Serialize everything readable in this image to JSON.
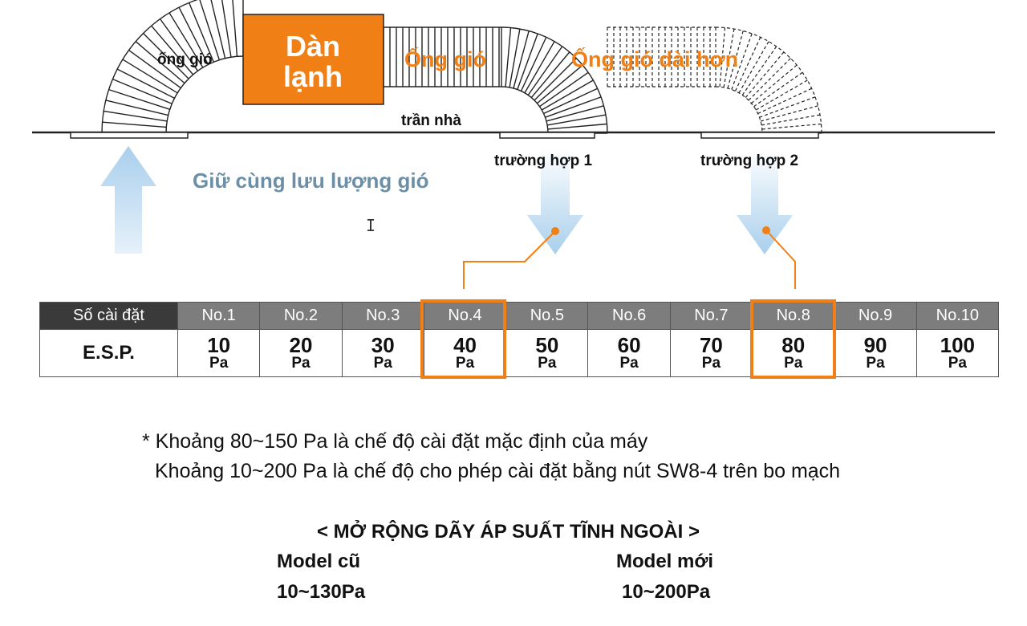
{
  "diagram": {
    "unit_title": "Dàn lạnh",
    "unit_title_line1": "Dàn",
    "unit_title_line2": "lạnh",
    "duct_left": "ống gió",
    "duct_right": "Ống gió",
    "duct_longer": "Ống gió dài hơn",
    "ceiling": "trần nhà",
    "case1": "trường hợp 1",
    "case2": "trường hợp 2",
    "airflow_note": "Giữ cùng lưu lượng gió"
  },
  "colors": {
    "orange": "#f07f16",
    "arrow_blue": "#bcd9ef",
    "airflow_text": "#6a8fa6",
    "header_dark": "#3a3a3a",
    "header_gray": "#7d7d7d"
  },
  "table": {
    "header_label": "Số cài đặt",
    "row_label": "E.S.P.",
    "unit": "Pa",
    "settings": [
      {
        "no": "No.1",
        "value": "10"
      },
      {
        "no": "No.2",
        "value": "20"
      },
      {
        "no": "No.3",
        "value": "30"
      },
      {
        "no": "No.4",
        "value": "40"
      },
      {
        "no": "No.5",
        "value": "50"
      },
      {
        "no": "No.6",
        "value": "60"
      },
      {
        "no": "No.7",
        "value": "70"
      },
      {
        "no": "No.8",
        "value": "80"
      },
      {
        "no": "No.9",
        "value": "90"
      },
      {
        "no": "No.10",
        "value": "100"
      }
    ],
    "highlighted": [
      "No.4",
      "No.8"
    ]
  },
  "notes": {
    "line1": "* Khoảng 80~150 Pa là chế độ cài đặt mặc định của máy",
    "line2": "Khoảng 10~200 Pa là chế độ cho phép cài đặt bằng nút SW8-4 trên bo mạch"
  },
  "expansion": {
    "title": "< MỞ RỘNG DÃY ÁP SUẤT TĨNH NGOÀI >",
    "old_label": "Model cũ",
    "old_range": "10~130Pa",
    "new_label": "Model mới",
    "new_range": "10~200Pa"
  }
}
